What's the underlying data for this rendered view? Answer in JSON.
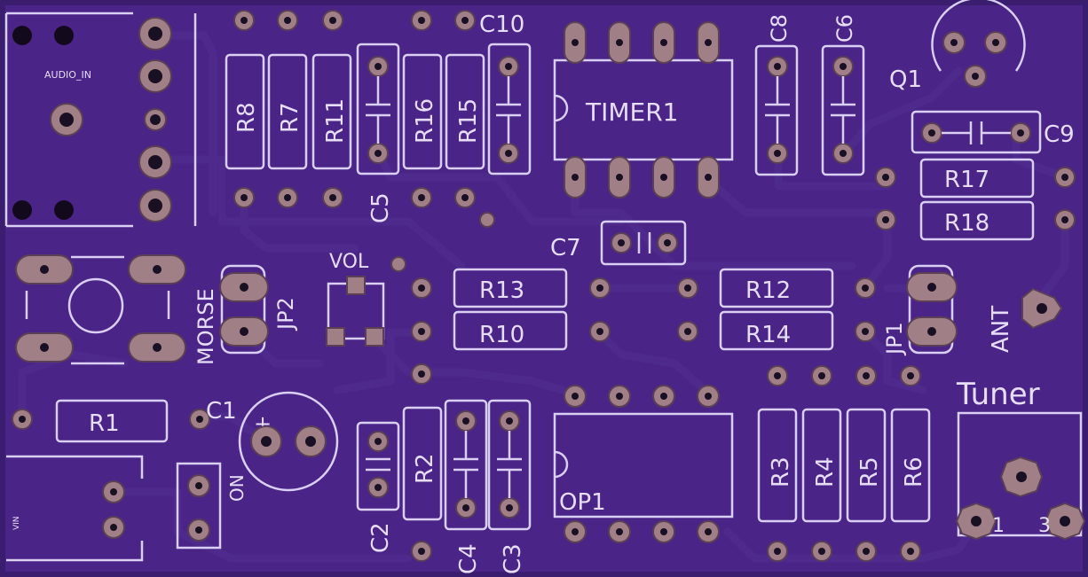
{
  "board": {
    "colors": {
      "substrate": "#3a1d6e",
      "copper_pour": "#4b2487",
      "silkscreen": "#e6ddf8",
      "pad": "#a07f86"
    },
    "components": [
      {
        "ref": "R8"
      },
      {
        "ref": "R7"
      },
      {
        "ref": "R11"
      },
      {
        "ref": "C5"
      },
      {
        "ref": "R16"
      },
      {
        "ref": "R15"
      },
      {
        "ref": "C10"
      },
      {
        "ref": "TIMER1"
      },
      {
        "ref": "C8"
      },
      {
        "ref": "C6"
      },
      {
        "ref": "Q1"
      },
      {
        "ref": "C9"
      },
      {
        "ref": "R17"
      },
      {
        "ref": "R18"
      },
      {
        "ref": "C7"
      },
      {
        "ref": "VOL"
      },
      {
        "ref": "JP2"
      },
      {
        "ref": "MORSE"
      },
      {
        "ref": "R13"
      },
      {
        "ref": "R10"
      },
      {
        "ref": "R12"
      },
      {
        "ref": "R14"
      },
      {
        "ref": "JP1"
      },
      {
        "ref": "ANT"
      },
      {
        "ref": "Tuner"
      },
      {
        "ref": "R1"
      },
      {
        "ref": "C1"
      },
      {
        "ref": "ON"
      },
      {
        "ref": "C2"
      },
      {
        "ref": "R2"
      },
      {
        "ref": "C4"
      },
      {
        "ref": "C3"
      },
      {
        "ref": "OP1"
      },
      {
        "ref": "R3"
      },
      {
        "ref": "R4"
      },
      {
        "ref": "R5"
      },
      {
        "ref": "R6"
      },
      {
        "ref": "AUDIO_IN"
      },
      {
        "ref": "VIN"
      }
    ],
    "c1_polarity": "+",
    "tuner_pins": [
      "1",
      "3"
    ]
  }
}
